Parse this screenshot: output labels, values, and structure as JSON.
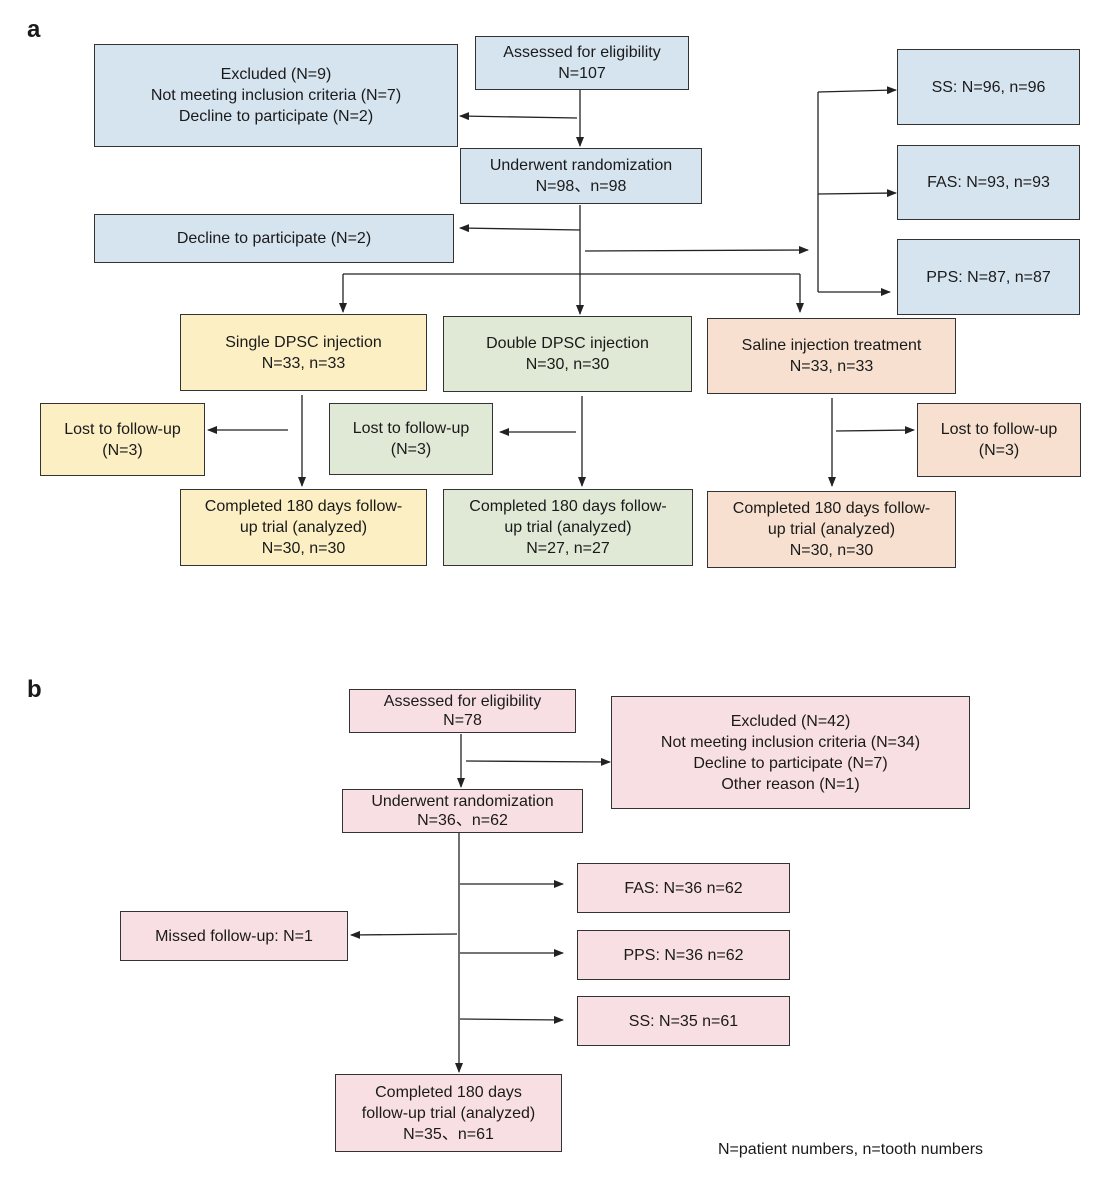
{
  "panel_a": {
    "label": "a",
    "assessed": [
      "Assessed for eligibility",
      "N=107"
    ],
    "excluded": [
      "Excluded (N=9)",
      "Not meeting inclusion criteria (N=7)",
      "Decline to participate (N=2)"
    ],
    "randomization": [
      "Underwent randomization",
      "N=98、n=98"
    ],
    "decline": [
      "Decline to participate (N=2)"
    ],
    "ss": [
      "SS: N=96, n=96"
    ],
    "fas": [
      "FAS: N=93, n=93"
    ],
    "pps": [
      "PPS: N=87, n=87"
    ],
    "single": [
      "Single DPSC injection",
      "N=33, n=33"
    ],
    "double": [
      "Double DPSC injection",
      "N=30, n=30"
    ],
    "saline": [
      "Saline injection treatment",
      "N=33, n=33"
    ],
    "lost_single": [
      "Lost to follow-up",
      "(N=3)"
    ],
    "lost_double": [
      "Lost to follow-up",
      "(N=3)"
    ],
    "lost_saline": [
      "Lost to follow-up",
      "(N=3)"
    ],
    "completed_single": [
      "Completed 180 days follow-",
      "up trial (analyzed)",
      "N=30, n=30"
    ],
    "completed_double": [
      "Completed 180 days follow-",
      "up trial (analyzed)",
      "N=27, n=27"
    ],
    "completed_saline": [
      "Completed 180 days follow-",
      "up trial (analyzed)",
      "N=30, n=30"
    ]
  },
  "panel_b": {
    "label": "b",
    "assessed": [
      "Assessed for eligibility",
      "N=78"
    ],
    "excluded": [
      "Excluded (N=42)",
      "Not meeting inclusion criteria (N=34)",
      "Decline to participate (N=7)",
      "Other reason (N=1)"
    ],
    "randomization": [
      "Underwent randomization",
      "N=36、n=62"
    ],
    "fas": [
      "FAS:  N=36 n=62"
    ],
    "pps": [
      "PPS:  N=36 n=62"
    ],
    "ss": [
      "SS:  N=35 n=61"
    ],
    "missed": [
      "Missed follow-up: N=1"
    ],
    "completed": [
      "Completed 180 days",
      "follow-up trial (analyzed)",
      "N=35、n=61"
    ]
  },
  "footnote": "N=patient numbers, n=tooth numbers",
  "colors": {
    "blue": "#d6e4f0",
    "yellow": "#fcefc4",
    "green": "#dfe9d6",
    "salmon": "#f7e0d0",
    "pink": "#f8dfe3",
    "line": "#222222"
  }
}
